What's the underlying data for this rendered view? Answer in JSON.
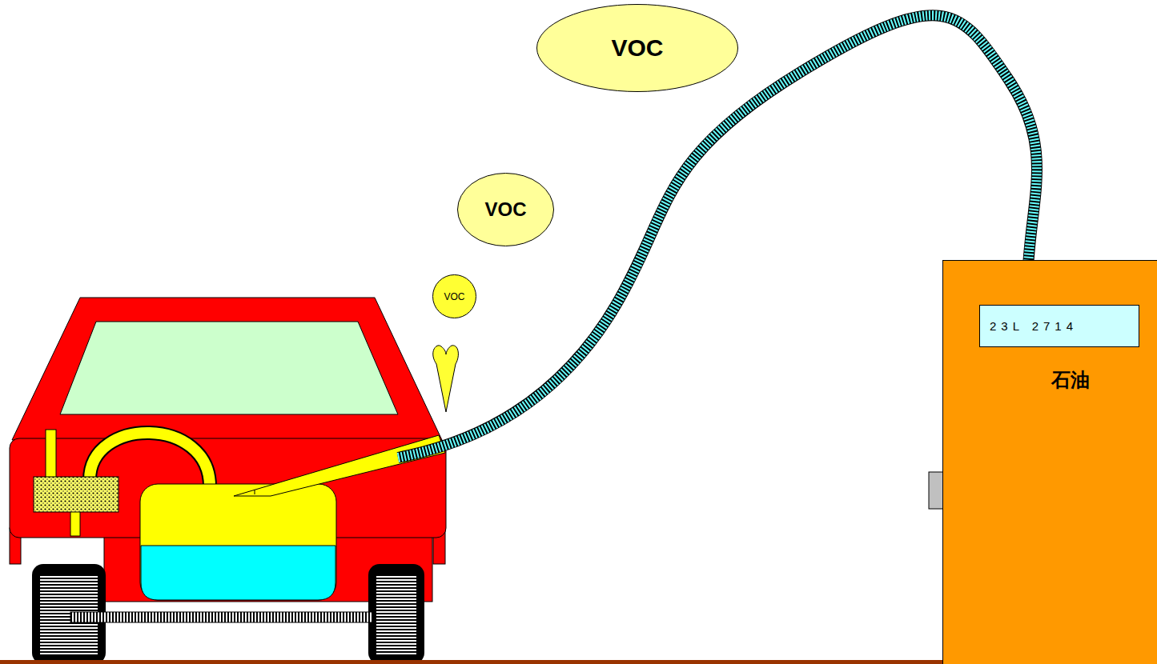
{
  "diagram": {
    "nodes": [
      {
        "text": [
          "VOC"
        ]
      },
      {
        "text": [
          "VOC"
        ]
      },
      {
        "text": [
          "VOC"
        ]
      },
      {
        "text": [
          "石油"
        ]
      },
      {
        "text": [
          "23L 2714"
        ],
        "in": 3
      }
    ]
  }
}
